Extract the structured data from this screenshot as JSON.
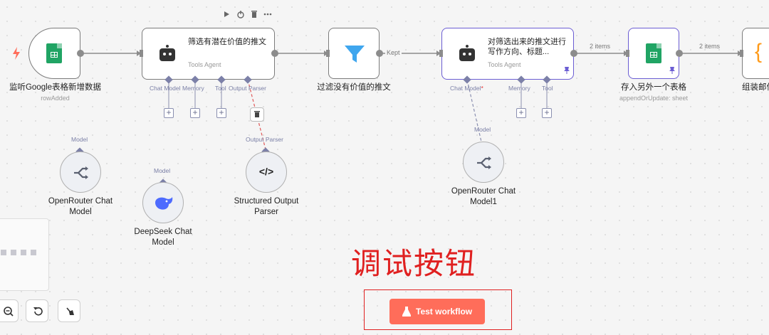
{
  "toolbar_icons": [
    "play-icon",
    "power-icon",
    "trash-icon",
    "more-icon"
  ],
  "nodes": {
    "trigger": {
      "label": "监听Google表格新增数据",
      "sub": "rowAdded"
    },
    "agent1": {
      "title": "筛选有潜在价值的推文",
      "sub": "Tools Agent",
      "ports": {
        "chat_model": "Chat Model",
        "memory": "Memory",
        "tool": "Tool",
        "output_parser": "Output Parser"
      }
    },
    "filter": {
      "label": "过滤没有价值的推文",
      "edge": "Kept"
    },
    "agent2": {
      "title": "对筛选出来的推文进行写作方向、标题...",
      "sub": "Tools Agent",
      "ports": {
        "chat_model": "Chat Model",
        "required": "*",
        "memory": "Memory",
        "tool": "Tool"
      }
    },
    "sheet2": {
      "label": "存入另外一个表格",
      "sub": "appendOrUpdate: sheet",
      "edge_in": "2 items",
      "edge_out": "2 items"
    },
    "code": {
      "label": "组装邮件",
      "glyph": "{"
    }
  },
  "subnodes": {
    "openrouter1": {
      "port": "Model",
      "label": "OpenRouter Chat Model"
    },
    "deepseek": {
      "port": "Model",
      "label": "DeepSeek Chat Model"
    },
    "structured": {
      "port": "Output Parser",
      "label": "Structured Output Parser",
      "glyph": "</>"
    },
    "openrouter2": {
      "port": "Model",
      "label": "OpenRouter Chat Model1"
    }
  },
  "annotation": "调试按钮",
  "test_button": "Test workflow",
  "colors": {
    "accent": "#ff6d5a",
    "selected": "#6b5dd3",
    "sheets": "#20a464",
    "filter": "#3fa6ee",
    "annotation": "#e02020"
  }
}
